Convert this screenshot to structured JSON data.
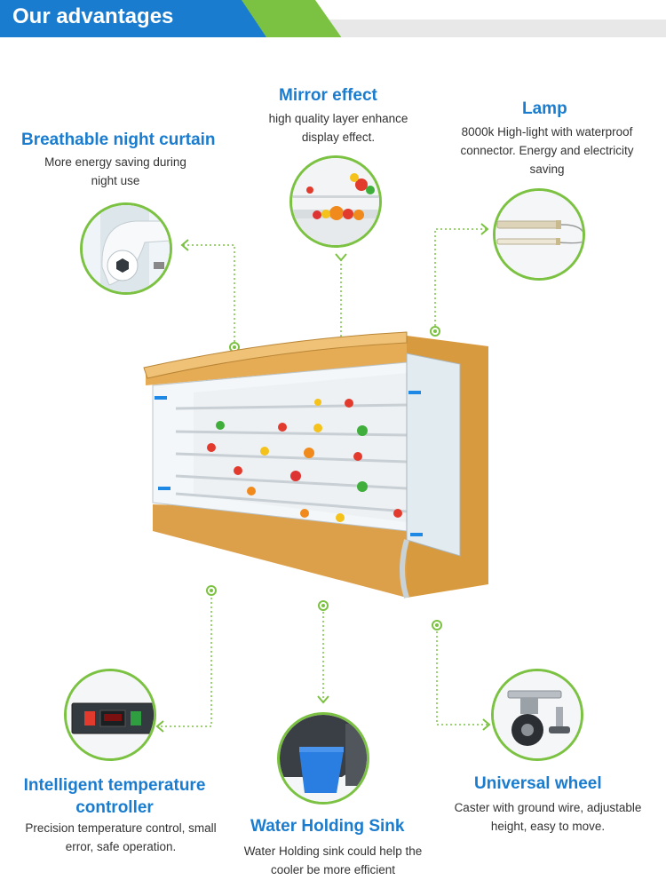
{
  "header": {
    "title": "Our advantages"
  },
  "features": {
    "curtain": {
      "title": "Breathable night curtain",
      "desc": "More energy saving during night use"
    },
    "mirror": {
      "title": "Mirror effect",
      "desc": "high quality layer enhance display effect."
    },
    "lamp": {
      "title": "Lamp",
      "desc": "8000k High-light with waterproof connector. Energy and electricity saving"
    },
    "controller": {
      "title": "Intelligent temperature controller",
      "desc": "Precision temperature control, small error, safe operation."
    },
    "sink": {
      "title": "Water Holding Sink",
      "desc": "Water Holding sink could help the cooler be more efficient"
    },
    "wheel": {
      "title": "Universal wheel",
      "desc": "Caster with ground wire, adjustable height, easy to move."
    }
  },
  "colors": {
    "accent_blue": "#1a7ccf",
    "accent_green": "#7cc242",
    "wood": "#e0a850"
  }
}
